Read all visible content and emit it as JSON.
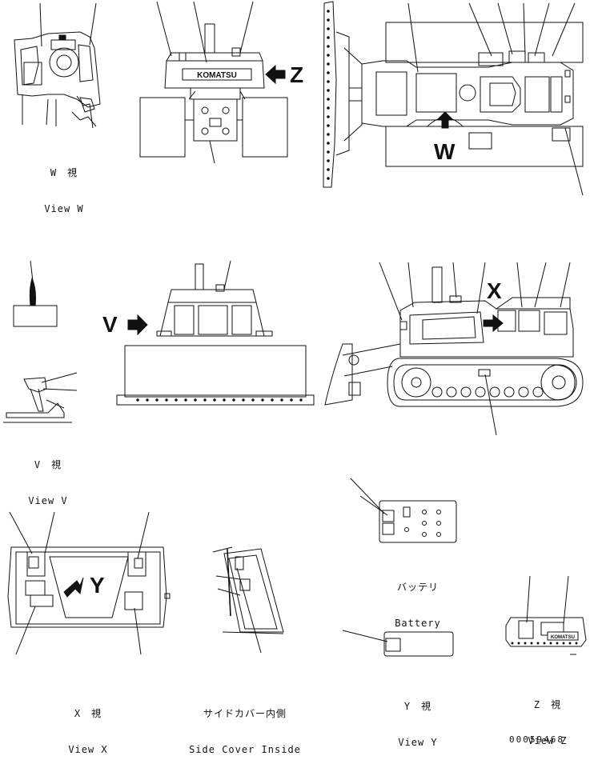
{
  "views": {
    "w": {
      "jp": "W　視",
      "en": "View W"
    },
    "v": {
      "jp": "V　視",
      "en": "View V"
    },
    "x": {
      "jp": "X　視",
      "en": "View X"
    },
    "side_cover": {
      "jp": "サイドカバー内側",
      "en": "Side Cover Inside"
    },
    "battery": {
      "jp": "バッテリ",
      "en": "Battery"
    },
    "y": {
      "jp": "Y　視",
      "en": "View Y"
    },
    "z": {
      "jp": "Z　視",
      "en": "View Z"
    }
  },
  "markers": {
    "z": "Z",
    "w": "W",
    "v": "V",
    "x": "X",
    "y": "Y"
  },
  "brand": "KOMATSU",
  "drawing_number": "00059468"
}
